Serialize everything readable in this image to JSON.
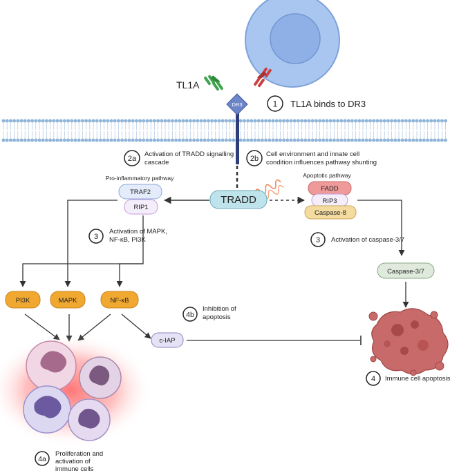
{
  "ligand": {
    "label": "TL1A"
  },
  "receptor": {
    "label": "DR3"
  },
  "central": {
    "label": "TRADD"
  },
  "steps": {
    "s1": {
      "num": "1",
      "text": "TL1A binds to DR3"
    },
    "s2a": {
      "num": "2a",
      "line1": "Activation of TRADD signalling",
      "line2": "cascade"
    },
    "s2b": {
      "num": "2b",
      "line1": "Cell environment and innate cell",
      "line2": "condition influences pathway shunting"
    },
    "s3_left": {
      "num": "3",
      "line1": "Activation of MAPK,",
      "line2": "NF-κB, PI3K"
    },
    "s3_right": {
      "num": "3",
      "text": "Activation of caspase-3/7"
    },
    "s4a": {
      "num": "4a",
      "line1": "Proliferation and",
      "line2": "activation  of",
      "line3": "immune cells"
    },
    "s4b": {
      "num": "4b",
      "line1": "Inhibition of",
      "line2": "apoptosis"
    },
    "s4": {
      "num": "4",
      "text": "Immune cell apoptosis"
    }
  },
  "pathways": {
    "pro_inflammatory": {
      "title": "Pro-inflammatory pathway",
      "traf2": "TRAF2",
      "rip1": "RIP1"
    },
    "apoptotic": {
      "title": "Apoptotic pathway",
      "fadd": "FADD",
      "rip3": "RIP3",
      "caspase8": "Caspase-8"
    }
  },
  "kinases": {
    "pi3k": "PI3K",
    "mapk": "MAPK",
    "nfkb": "NF-κB"
  },
  "ciap": "c-IAP",
  "caspase37": "Caspase-3/7",
  "colors": {
    "membrane": "#8fb4d8",
    "cell_outer": "#a9c6f0",
    "cell_inner": "#8fb0e6",
    "tradd": "#bfe3ea",
    "kinase": "#f0a830",
    "fadd": "#ef9a9a",
    "caspase8": "#f4dca0",
    "lavender": "#e6e2f6",
    "caspase37": "#dfeadc",
    "ligand_green": "#3fa34d",
    "ligand_red": "#c94040"
  }
}
